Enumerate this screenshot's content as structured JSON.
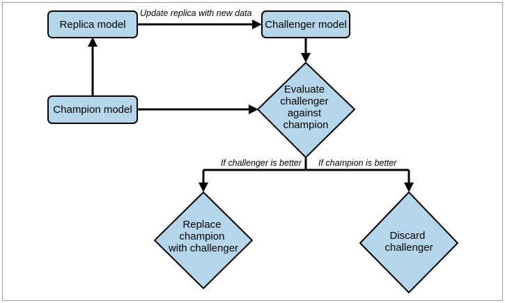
{
  "nodes": {
    "replica": {
      "label": [
        "Replica model"
      ]
    },
    "challenger": {
      "label": [
        "Challenger model"
      ]
    },
    "champion": {
      "label": [
        "Champion model"
      ]
    },
    "evaluate": {
      "label": [
        "Evaluate",
        "challenger",
        "against",
        "champion"
      ]
    },
    "replace": {
      "label": [
        "Replace",
        "champion",
        "with challenger"
      ]
    },
    "discard": {
      "label": [
        "Discard",
        "challenger"
      ]
    }
  },
  "edges": {
    "update": {
      "label": "Update replica with new data"
    },
    "better": {
      "label": "If challenger is better"
    },
    "worse": {
      "label": "If champion is better"
    }
  },
  "colors": {
    "node_fill": "#b5d5ea",
    "stroke": "#000000",
    "frame": "#9a9a9a"
  }
}
